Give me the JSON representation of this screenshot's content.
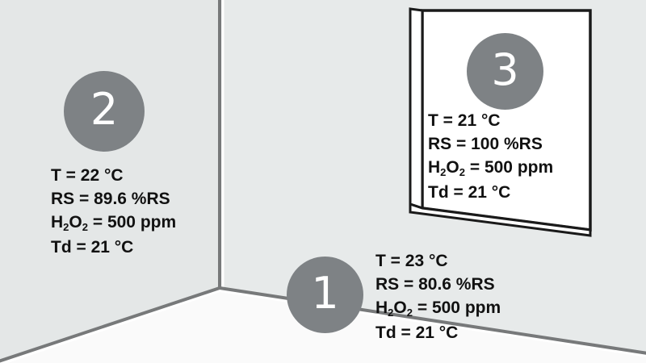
{
  "scene": {
    "title": "Room corner diagram with three sensor measurement points",
    "background_color": "#e4e7e7",
    "floor_color": "#fafafa",
    "line_color": "#77797a",
    "marker_color": "#7e8285",
    "marker_text_color": "#ffffff",
    "text_color": "#111111",
    "panel_fill": "#ffffff",
    "panel_stroke": "#1a1a1a"
  },
  "markers": [
    {
      "id": "1",
      "label": "1",
      "location": "floor-corner",
      "readings": {
        "temperature": "T = 23 °C",
        "relative_saturation": "RS = 80.6 %RS",
        "hydrogen_peroxide_prefix": "H",
        "hydrogen_peroxide_sub1": "2",
        "hydrogen_peroxide_mid": "O",
        "hydrogen_peroxide_sub2": "2",
        "hydrogen_peroxide_suffix": " = 500 ppm",
        "dew_point": "Td = 21 °C"
      }
    },
    {
      "id": "2",
      "label": "2",
      "location": "left-wall",
      "readings": {
        "temperature": "T = 22 °C",
        "relative_saturation": "RS = 89.6 %RS",
        "hydrogen_peroxide_prefix": "H",
        "hydrogen_peroxide_sub1": "2",
        "hydrogen_peroxide_mid": "O",
        "hydrogen_peroxide_sub2": "2",
        "hydrogen_peroxide_suffix": " = 500 ppm",
        "dew_point": "Td = 21 °C"
      }
    },
    {
      "id": "3",
      "label": "3",
      "location": "right-wall-panel",
      "readings": {
        "temperature": "T = 21 °C",
        "relative_saturation": "RS = 100 %RS",
        "hydrogen_peroxide_prefix": "H",
        "hydrogen_peroxide_sub1": "2",
        "hydrogen_peroxide_mid": "O",
        "hydrogen_peroxide_sub2": "2",
        "hydrogen_peroxide_suffix": " = 500 ppm",
        "dew_point": "Td = 21 °C"
      }
    }
  ]
}
